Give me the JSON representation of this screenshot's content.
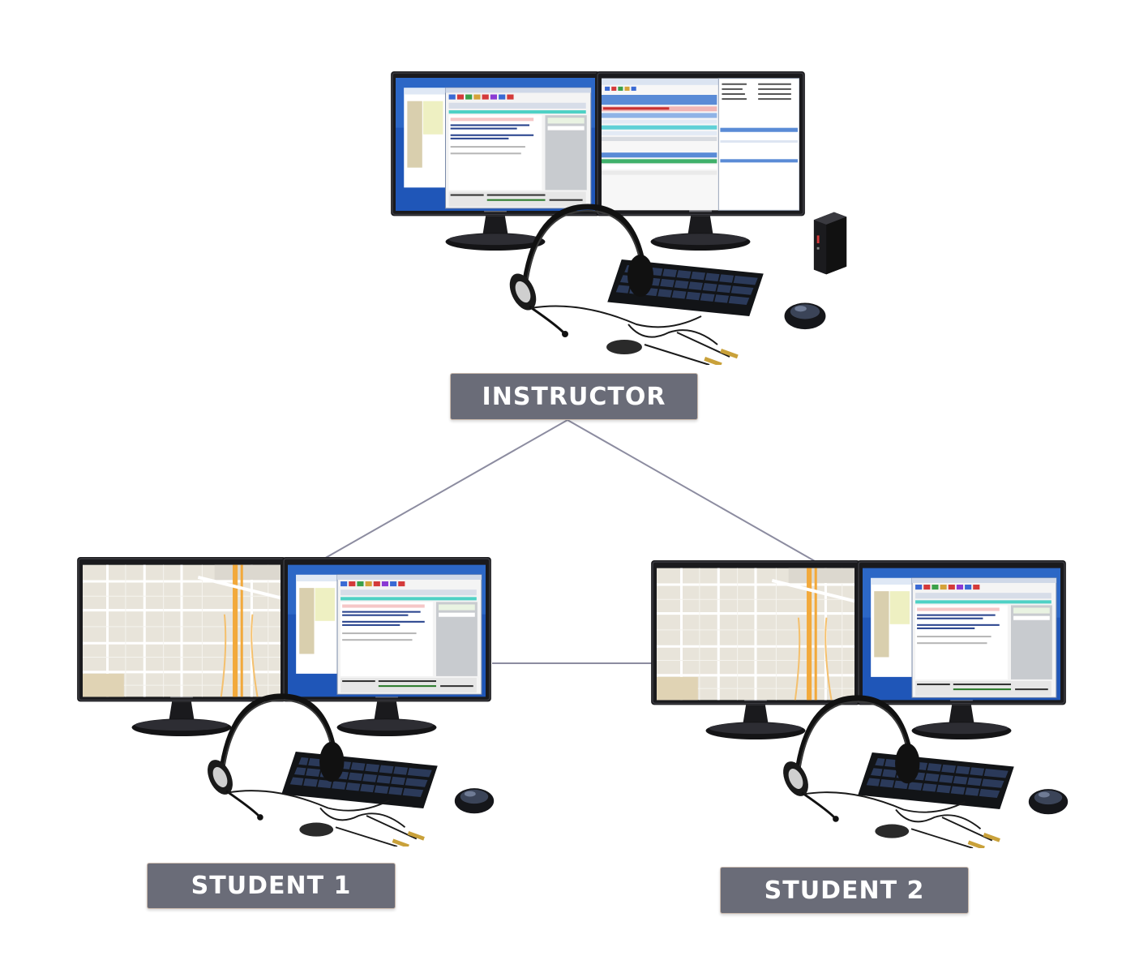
{
  "nodes": {
    "instructor": {
      "label": "INSTRUCTOR"
    },
    "student1": {
      "label": "STUDENT 1"
    },
    "student2": {
      "label": "STUDENT 2"
    }
  },
  "colors": {
    "label_bg": "#6a6c78",
    "connector": "#8c8ca0",
    "monitor_body": "#1a1a1d",
    "map_bg": "#e8e4da",
    "map_highway": "#f2a93b",
    "desktop_blue": "#1f56b8",
    "app_window": "#f4f4f4"
  },
  "icons": [
    "monitor-icon",
    "headset-icon",
    "keyboard-icon",
    "mouse-icon",
    "mini-pc-icon"
  ]
}
